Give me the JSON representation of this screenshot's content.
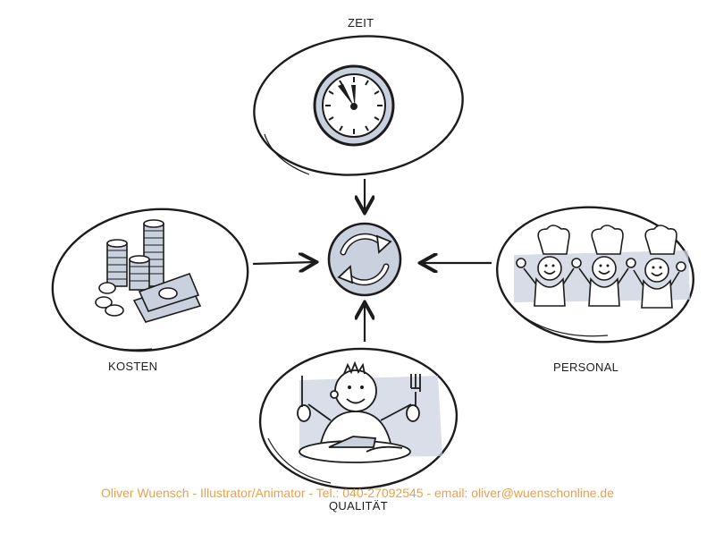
{
  "labels": {
    "time": "ZEIT",
    "costs": "KOSTEN",
    "staff": "PERSONAL",
    "quality": "QUALITÄT"
  },
  "credit": "Oliver Wuensch - Illustrator/Animator - Tel.: 040-27092545 - email: oliver@wuenschonline.de",
  "colors": {
    "ink": "#1c1c1c",
    "fill_gray": "#c9d0de",
    "fill_gray_dark": "#9aa5ba",
    "credit": "#e8a04a"
  },
  "icons": [
    "clock-icon",
    "cycle-icon",
    "coins-icon",
    "banknotes-icon",
    "chef-icon",
    "diner-icon"
  ]
}
